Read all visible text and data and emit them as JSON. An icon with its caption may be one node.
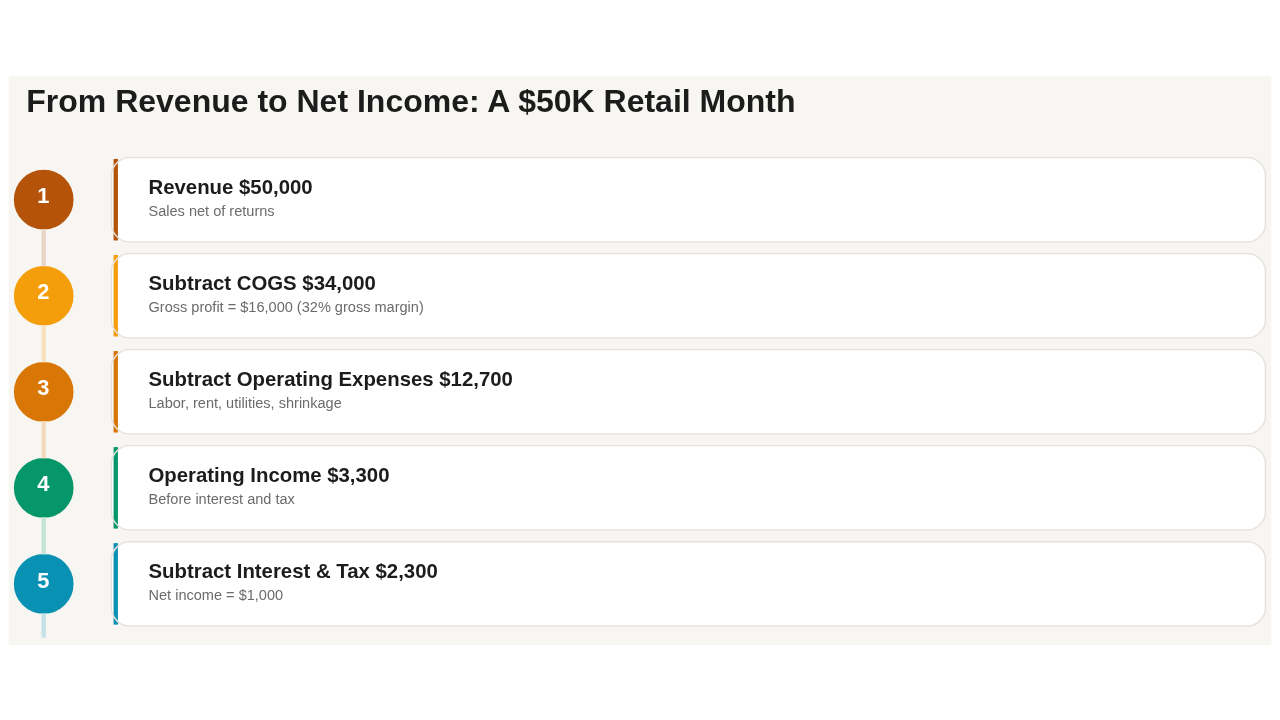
{
  "diagram": {
    "title": "From Revenue to Net Income: A $50K Retail Month",
    "nodes": [
      {
        "text": [
          "1"
        ]
      },
      {
        "text": [
          "Revenue $50,000",
          "Sales net of returns"
        ]
      },
      {
        "text": [
          "2"
        ]
      },
      {
        "text": [
          "Subtract COGS $34,000",
          "Gross profit = $16,000 (32% gross margin)"
        ]
      },
      {
        "text": [
          "3"
        ]
      },
      {
        "text": [
          "Subtract Operating Expenses $12,700",
          "Labor, rent, utilities, shrinkage"
        ]
      },
      {
        "text": [
          "4"
        ]
      },
      {
        "text": [
          "Operating Income $3,300",
          "Before interest and tax"
        ]
      },
      {
        "text": [
          "5"
        ]
      },
      {
        "text": [
          "Subtract Interest & Tax $2,300",
          "Net income = $1,000"
        ]
      }
    ],
    "edges": [
      {
        "from": 0,
        "to": 2,
        "arrow": "none",
        "color": "#ead6c6"
      },
      {
        "from": 2,
        "to": 4,
        "arrow": "none",
        "color": "#f9e2bb"
      },
      {
        "from": 4,
        "to": 6,
        "arrow": "none",
        "color": "#f3dabf"
      },
      {
        "from": 6,
        "to": 8,
        "arrow": "none",
        "color": "#c6e5d9"
      },
      {
        "from": 8,
        "to": null,
        "arrow": "none",
        "color": "#c5e2ea"
      }
    ]
  }
}
